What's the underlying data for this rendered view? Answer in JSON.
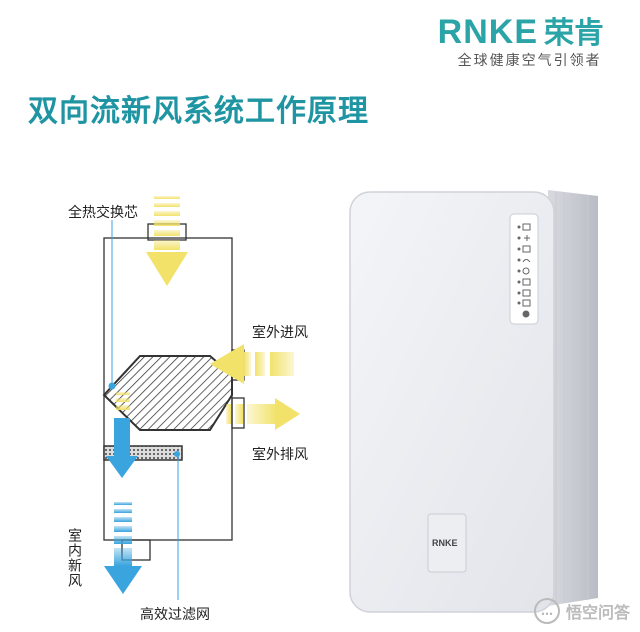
{
  "brand": {
    "name": "RNKE",
    "name_cn": "荣肯",
    "slogan": "全球健康空气引领者"
  },
  "title": "双向流新风系统工作原理",
  "labels": {
    "heat_exchanger": "全热交换芯",
    "outdoor_intake": "室外进风",
    "outdoor_exhaust": "室外排风",
    "indoor_fresh_air": "室内新风",
    "hepa_filter": "高效过滤网"
  },
  "device": {
    "logo": "RNKE",
    "panel_icons": [
      "power-icon",
      "fan-icon",
      "mode-icon",
      "wifi-icon",
      "timer-icon",
      "filter-icon",
      "lock-icon",
      "sleep-icon",
      "settings-icon"
    ]
  },
  "watermark": {
    "text": "悟空问答"
  },
  "colors": {
    "brand": "#2aa4a7",
    "title": "#1f95a3",
    "fresh_air": "#3aa4de",
    "outdoor_air": "#f2e26a"
  }
}
